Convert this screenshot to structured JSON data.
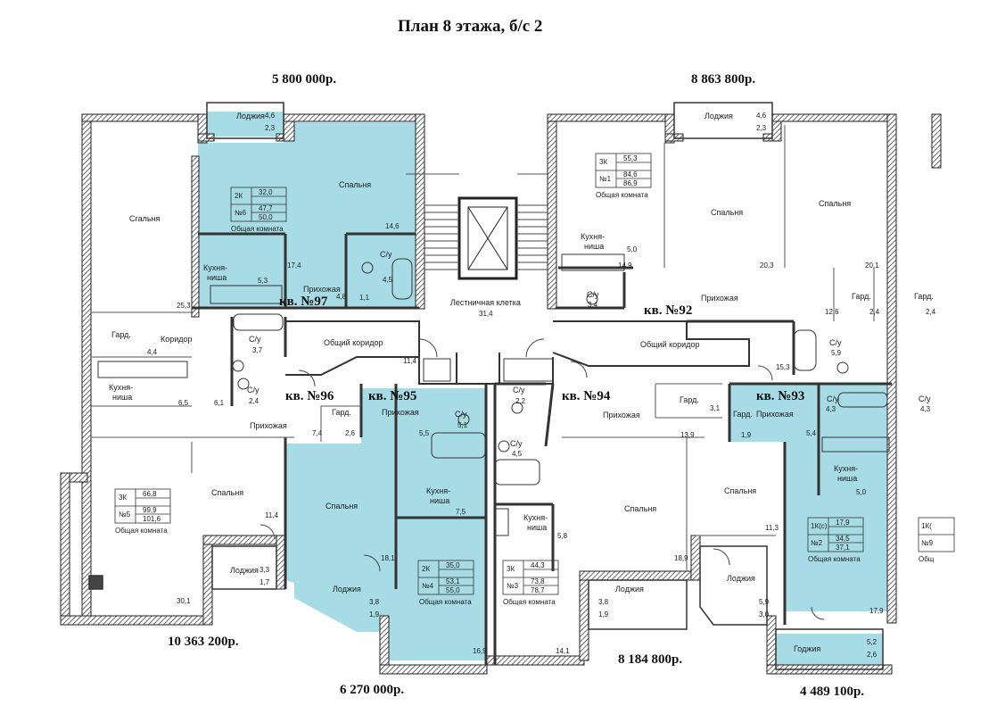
{
  "title": "План 8 этажа, б/с 2",
  "prices": {
    "p97": "5 800 000р.",
    "p92": "8 863 800р.",
    "p5": "10 363 200р.",
    "p95": "6 270 000р.",
    "p94": "8 184 800р.",
    "p93": "4 489 100р."
  },
  "apartments": {
    "kv97": "кв. №97",
    "kv92": "кв. №92",
    "kv96": "кв. №96",
    "kv95": "кв. №95",
    "kv94": "кв. №94",
    "kv93": "кв. №93"
  },
  "cards": {
    "c6": {
      "type": "2К",
      "num": "№6",
      "a": "32,0",
      "b": "47,7",
      "c": "50,0",
      "room": "Общая комната"
    },
    "c1": {
      "type": "3К",
      "num": "№1",
      "a": "55,3",
      "b": "84,6",
      "c": "86,9",
      "room": "Общая комната"
    },
    "c5": {
      "type": "3К",
      "num": "№5",
      "a": "66,8",
      "b": "99,9",
      "c": "101,6",
      "room": "Общая комната"
    },
    "c4": {
      "type": "2К",
      "num": "№4",
      "a": "35,0",
      "b": "53,1",
      "c": "55,0",
      "room": "Общая комната"
    },
    "c3": {
      "type": "3К",
      "num": "№3",
      "a": "44,3",
      "b": "73,8",
      "c": "78,7",
      "room": "Общая комната"
    },
    "c2": {
      "type": "1К(с)",
      "num": "№2",
      "a": "17,9",
      "b": "34,5",
      "c": "37,1",
      "room": "Общая комната"
    },
    "c9": {
      "type": "1К(",
      "num": "№9",
      "room": "Общ"
    }
  },
  "labels": {
    "lodzhia": "Лоджия",
    "spalnya": "Спальня",
    "spalnya_alt": "Сгальня",
    "kitchen1": "Кухня-",
    "kitchen2": "ниша",
    "prihozhaya": "Прихожая",
    "su": "С/у",
    "gard": "Гард.",
    "koridor": "Коридор",
    "stair1": "Лестничная клетка",
    "obsh_koridor": "Общий коридор",
    "lodzhia_h": "Лоджия",
    "gadzhia": "Годжия"
  },
  "areas": {
    "a1": "4,6",
    "a2": "2,3",
    "a3": "4,6",
    "a4": "2,3",
    "a5": "14,6",
    "a6": "17,4",
    "a7": "5,3",
    "a8": "4,8",
    "a9": "1,1",
    "a10": "4,5",
    "a11": "25,3",
    "a12": "31,4",
    "a13": "5,0",
    "a14": "14,9",
    "a15": "20,3",
    "a16": "20,1",
    "a17": "3,4",
    "a18": "12,6",
    "a19": "2,4",
    "a20": "2,4",
    "a21": "3,7",
    "a22": "4,4",
    "a23": "11,4",
    "a24": "15,3",
    "a25": "5,9",
    "a26": "6,5",
    "a27": "6,1",
    "a28": "2,4",
    "a29": "2,2",
    "a30": "5,1",
    "a31": "4,3",
    "a32": "4,3",
    "a33": "7,4",
    "a34": "2,6",
    "a35": "5,5",
    "a36": "4,5",
    "a37": "3,1",
    "a38": "1,9",
    "a39": "5,4",
    "a40": "13,9",
    "a41": "7,5",
    "a42": "5,8",
    "a43": "5,0",
    "a44": "11,4",
    "a45": "11,3",
    "a46": "18,1",
    "a47": "18,9",
    "a48": "3,3",
    "a49": "1,7",
    "a50": "3,8",
    "a51": "1,9",
    "a52": "3,8",
    "a53": "1,9",
    "a54": "5,9",
    "a55": "3,0",
    "a56": "30,1",
    "a57": "16,9",
    "a58": "14,1",
    "a59": "17,9",
    "a60": "5,2",
    "a61": "2,6"
  },
  "colors": {
    "highlight": "#a7dbe6",
    "wall": "#333333",
    "hatch": "#666666",
    "line": "#444444"
  }
}
